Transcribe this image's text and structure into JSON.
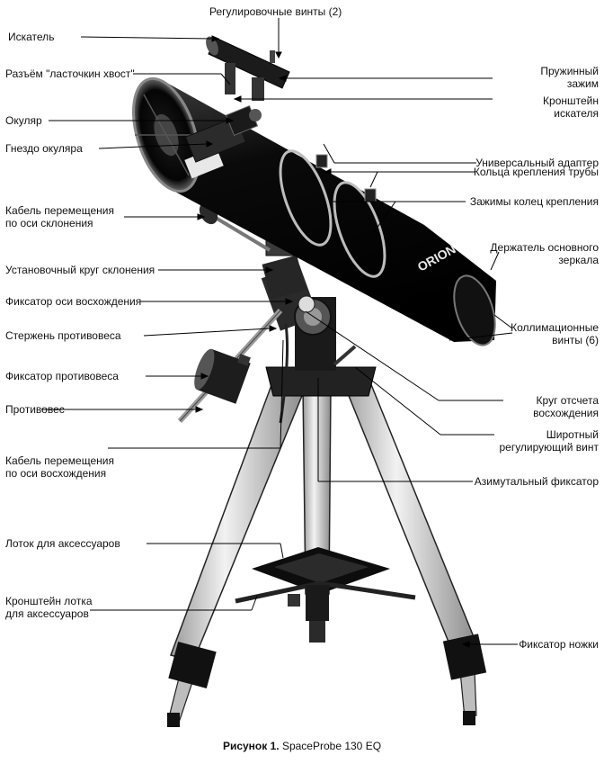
{
  "figure": {
    "caption_prefix": "Рисунок 1.",
    "caption_name": "SpaceProbe 130 EQ",
    "brand": "ORION"
  },
  "labels": {
    "finder": "Искатель",
    "adjust_screws": "Регулировочные винты (2)",
    "dovetail": "Разъём \"ласточкин хвост\"",
    "spring_clamp": "Пружинный\nзажим",
    "eyepiece": "Окуляр",
    "finder_bracket": "Кронштейн\nискателя",
    "universal_adapter": "Универсальный адаптер",
    "focuser": "Гнездо окуляра",
    "tube_rings": "Кольца крепления трубы",
    "ring_clamps": "Зажимы колец крепления",
    "dec_cable": "Кабель перемещения\nпо оси склонения",
    "mirror_cell": "Держатель основного\nзеркала",
    "dec_circle": "Установочный круг склонения",
    "ra_lock": "Фиксатор оси восхождения",
    "collimation": "Коллимационные\nвинты (6)",
    "cw_shaft": "Стержень противовеса",
    "cw_lock": "Фиксатор противовеса",
    "ra_circle": "Круг отсчета\nвосхождения",
    "counterweight": "Противовес",
    "lat_bolt": "Широтный\nрегулирующий винт",
    "ra_cable": "Кабель перемещения\nпо оси восхождения",
    "az_lock": "Азимутальный фиксатор",
    "tray": "Лоток для аксессуаров",
    "tray_bracket": "Кронштейн лотка\nдля аксессуаров",
    "leg_lock": "Фиксатор ножки"
  }
}
